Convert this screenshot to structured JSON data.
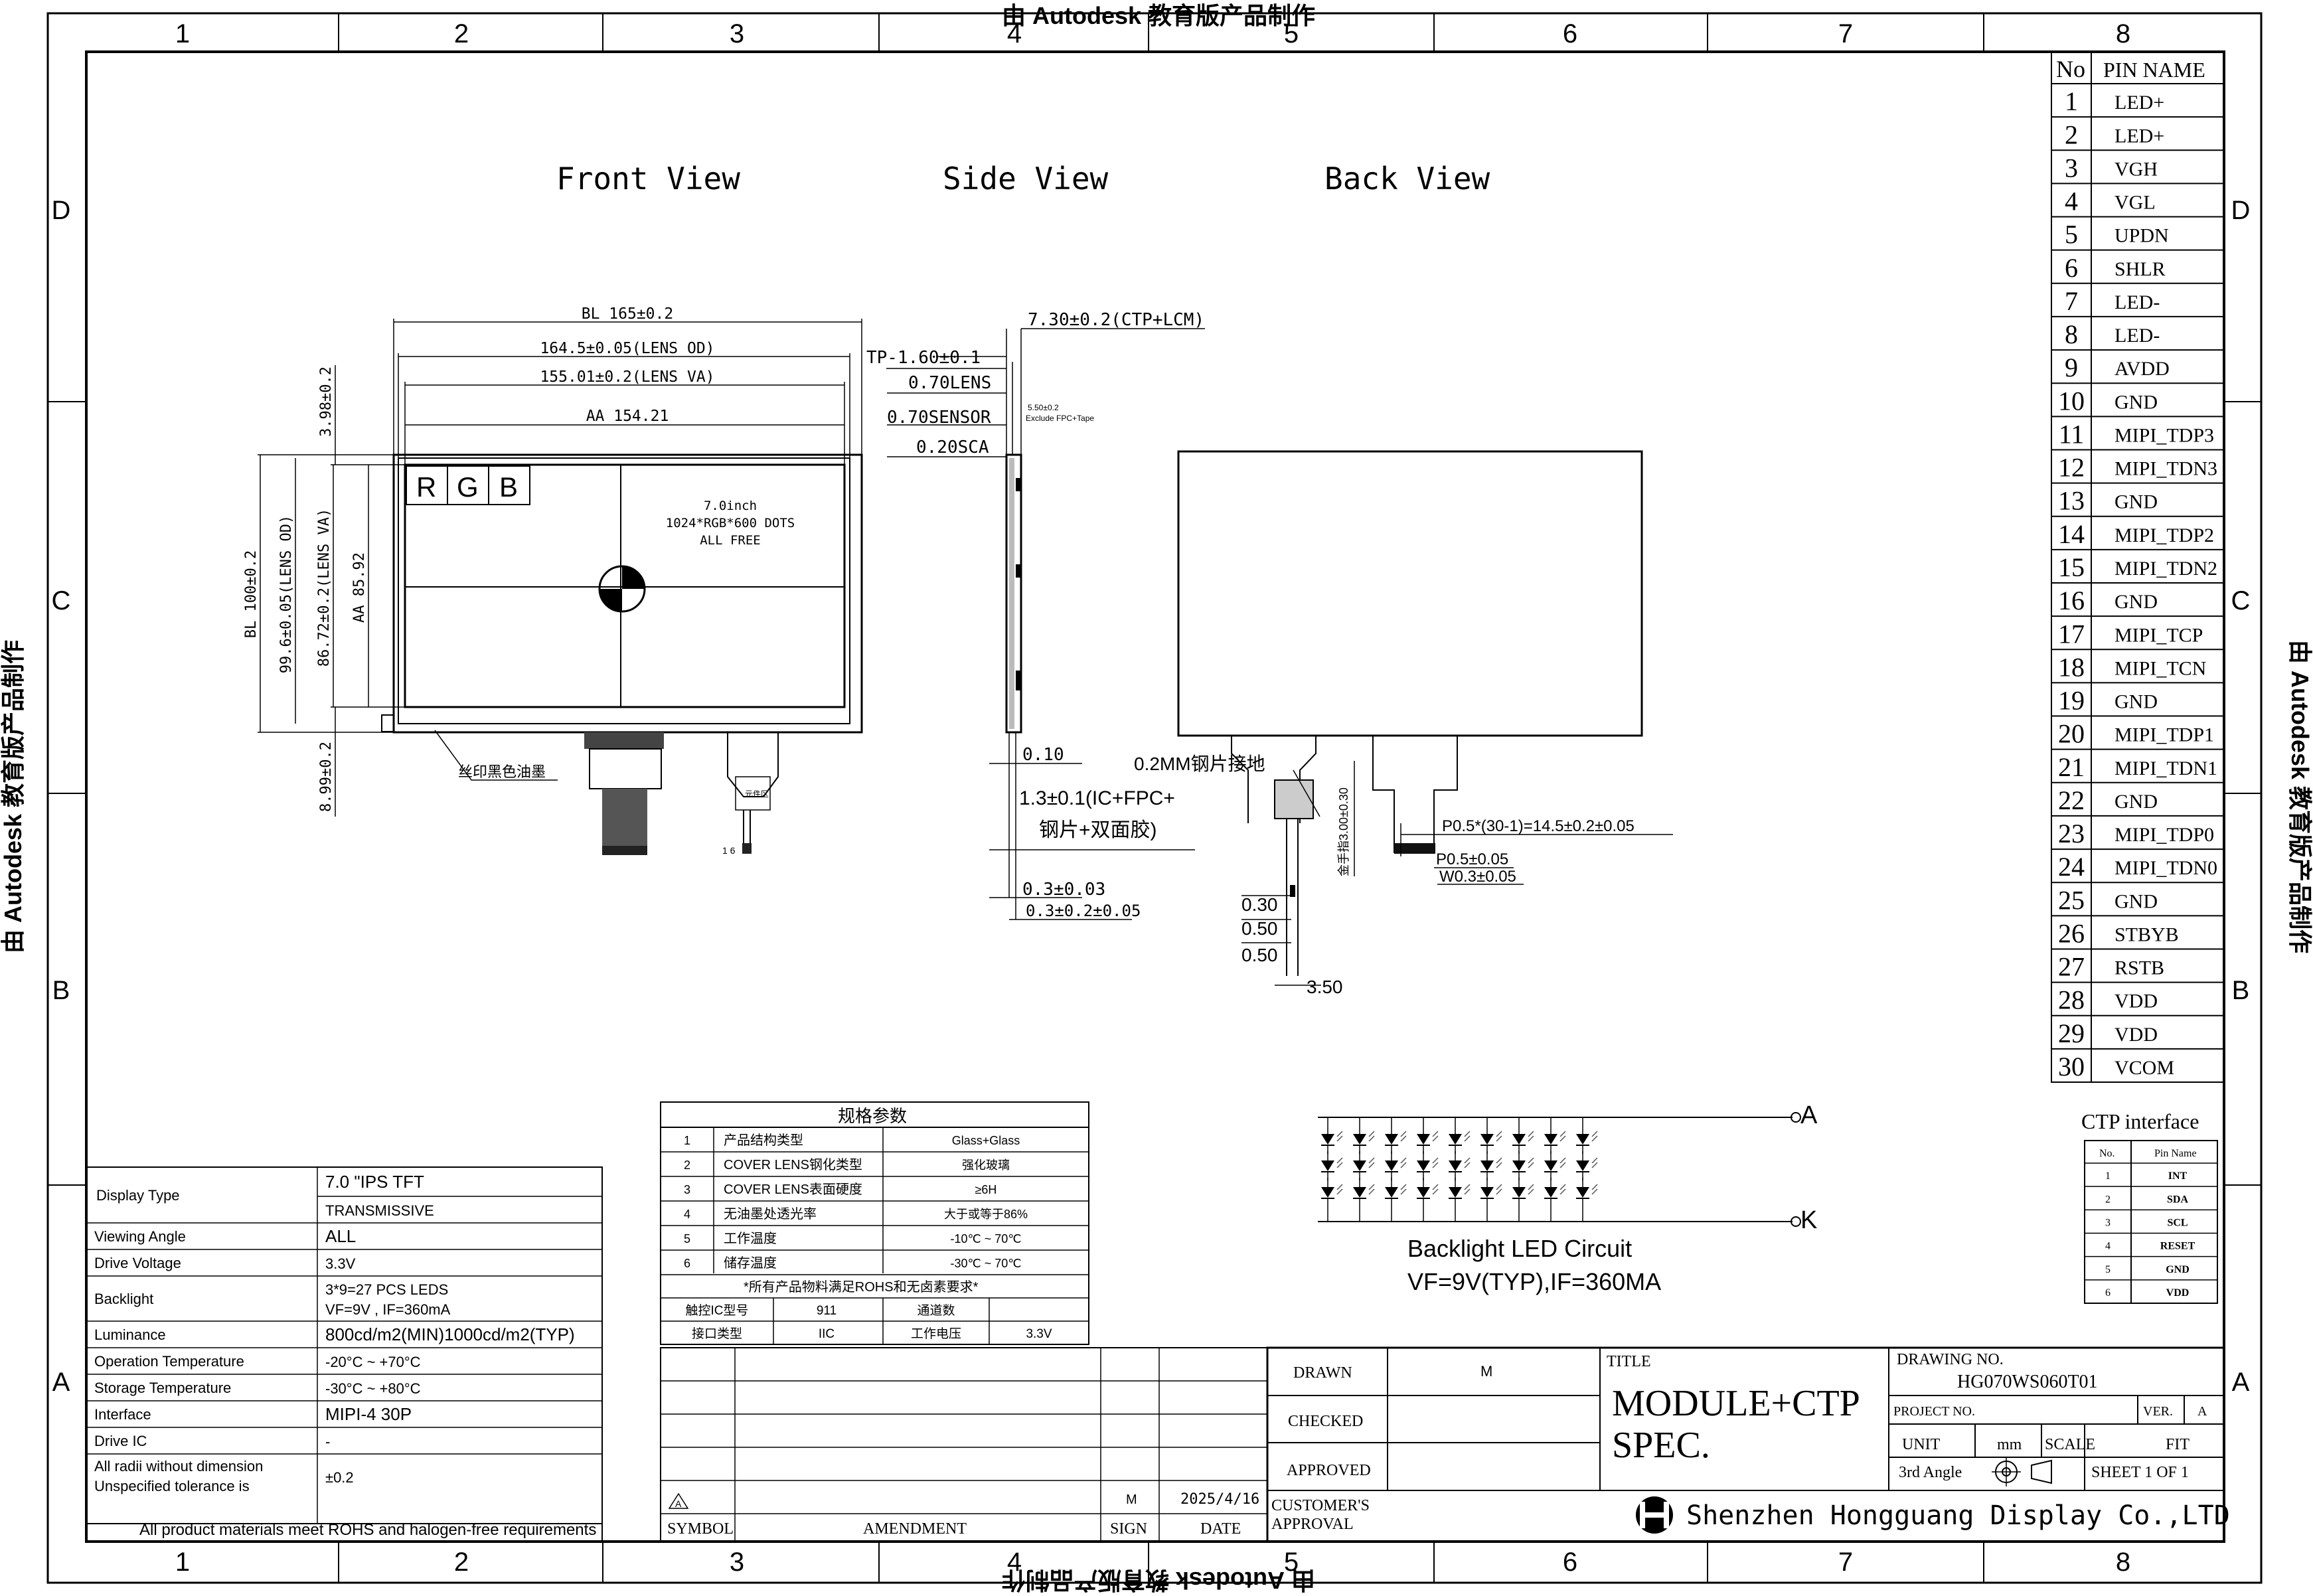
{
  "watermark": "由 Autodesk 教育版产品制作",
  "zones_cols": [
    "1",
    "2",
    "3",
    "4",
    "5",
    "6",
    "7",
    "8"
  ],
  "zones_rows": [
    "D",
    "C",
    "B",
    "A"
  ],
  "views": {
    "front": "Front View",
    "side": "Side View",
    "back": "Back View"
  },
  "dims": {
    "bl_w": "BL 165±0.2",
    "lens_od_w": "164.5±0.05(LENS OD)",
    "lens_va_w": "155.01±0.2(LENS VA)",
    "aa_w": "AA 154.21",
    "bl_h": "BL 100±0.2",
    "lens_od_h": "99.6±0.05(LENS OD)",
    "lens_va_h": "86.72±0.2(LENS VA)",
    "aa_h": "AA 85.92",
    "top_gap": "3.98±0.2",
    "bot_gap": "8.99±0.2",
    "silk": "丝印黑色油墨",
    "panel_l1": "7.0inch",
    "panel_l2": "1024*RGB*600 DOTS",
    "panel_l3": "ALL FREE",
    "rgb": [
      "R",
      "G",
      "B"
    ],
    "fpc_label": "元件区",
    "fpc_pins": "1     6",
    "total_t": "7.30±0.2(CTP+LCM)",
    "tp_t": "TP-1.60±0.1",
    "lens_t": "0.70LENS",
    "sensor_t": "0.70SENSOR",
    "sca_t": "0.20SCA",
    "small_note_1": "5.50±0.2",
    "small_note_2": "Exclude FPC+Tape",
    "d010": "0.10",
    "ic_t1": "1.3±0.1(IC+FPC+",
    "ic_t2": "钢片+双面胶)",
    "d03": "0.3±0.03",
    "d032": "0.3±0.2±0.05",
    "steel": "0.2MM钢片接地",
    "finger_len": "金手指3.00±0.30",
    "pitch": "P0.5*(30-1)=14.5±0.2±0.05",
    "p05": "P0.5±0.05",
    "w03": "W0.3±0.05",
    "v030": "0.30",
    "v050a": "0.50",
    "v050b": "0.50",
    "v350": "3.50"
  },
  "pin_table": {
    "header": [
      "No",
      "PIN NAME"
    ],
    "rows": [
      [
        "1",
        "LED+"
      ],
      [
        "2",
        "LED+"
      ],
      [
        "3",
        "VGH"
      ],
      [
        "4",
        "VGL"
      ],
      [
        "5",
        "UPDN"
      ],
      [
        "6",
        "SHLR"
      ],
      [
        "7",
        "LED-"
      ],
      [
        "8",
        "LED-"
      ],
      [
        "9",
        "AVDD"
      ],
      [
        "10",
        "GND"
      ],
      [
        "11",
        "MIPI_TDP3"
      ],
      [
        "12",
        "MIPI_TDN3"
      ],
      [
        "13",
        "GND"
      ],
      [
        "14",
        "MIPI_TDP2"
      ],
      [
        "15",
        "MIPI_TDN2"
      ],
      [
        "16",
        "GND"
      ],
      [
        "17",
        "MIPI_TCP"
      ],
      [
        "18",
        "MIPI_TCN"
      ],
      [
        "19",
        "GND"
      ],
      [
        "20",
        "MIPI_TDP1"
      ],
      [
        "21",
        "MIPI_TDN1"
      ],
      [
        "22",
        "GND"
      ],
      [
        "23",
        "MIPI_TDP0"
      ],
      [
        "24",
        "MIPI_TDN0"
      ],
      [
        "25",
        "GND"
      ],
      [
        "26",
        "STBYB"
      ],
      [
        "27",
        "RSTB"
      ],
      [
        "28",
        "VDD"
      ],
      [
        "29",
        "VDD"
      ],
      [
        "30",
        "VCOM"
      ]
    ]
  },
  "ctp": {
    "title": "CTP interface",
    "header": [
      "No.",
      "Pin Name"
    ],
    "rows": [
      [
        "1",
        "INT"
      ],
      [
        "2",
        "SDA"
      ],
      [
        "3",
        "SCL"
      ],
      [
        "4",
        "RESET"
      ],
      [
        "5",
        "GND"
      ],
      [
        "6",
        "VDD"
      ]
    ]
  },
  "backlight": {
    "anode": "A",
    "cathode": "K",
    "title": "Backlight LED Circuit",
    "spec": "VF=9V(TYP),IF=360MA"
  },
  "params": {
    "title": "规格参数",
    "rows": [
      [
        "1",
        "产品结构类型",
        "Glass+Glass"
      ],
      [
        "2",
        "COVER LENS钢化类型",
        "强化玻璃"
      ],
      [
        "3",
        "COVER LENS表面硬度",
        "≥6H"
      ],
      [
        "4",
        "无油墨处透光率",
        "大于或等于86%"
      ],
      [
        "5",
        "工作温度",
        "-10℃ ~ 70℃"
      ],
      [
        "6",
        "储存温度",
        "-30℃ ~ 70℃"
      ]
    ],
    "note": "*所有产品物料满足ROHS和无卤素要求*",
    "extra": [
      [
        "触控IC型号",
        "911",
        "通道数",
        ""
      ],
      [
        "接口类型",
        "IIC",
        "工作电压",
        "3.3V"
      ]
    ]
  },
  "spec": {
    "rows": [
      [
        "Display Type",
        "7.0 \"IPS TFT"
      ],
      [
        "",
        "TRANSMISSIVE"
      ],
      [
        "Viewing Angle",
        "ALL"
      ],
      [
        "Drive Voltage",
        "3.3V"
      ],
      [
        "Backlight",
        "3*9=27 PCS  LEDS\nVF=9V , IF=360mA"
      ],
      [
        "Luminance",
        "800cd/m2(MIN)1000cd/m2(TYP)"
      ],
      [
        "Operation Temperature",
        "-20°C ~ +70°C"
      ],
      [
        "Storage Temperature",
        "-30°C ~ +80°C"
      ],
      [
        "Interface",
        "MIPI-4 30P"
      ],
      [
        "Drive IC",
        "-"
      ],
      [
        "All radii without dimension\nUnspecified tolerance is",
        "±0.2"
      ]
    ],
    "footer": "All product materials meet ROHS and halogen-free requirements"
  },
  "revision": {
    "symbol": "A",
    "sign": "M",
    "date": "2025/4/16",
    "headers": [
      "SYMBOL",
      "AMENDMENT",
      "SIGN",
      "DATE"
    ]
  },
  "titleblock": {
    "drawn": "DRAWN",
    "drawn_val": "M",
    "checked": "CHECKED",
    "approved": "APPROVED",
    "customer": "CUSTOMER'S",
    "approval": "APPROVAL",
    "title_lbl": "TITLE",
    "title1": "MODULE+CTP",
    "title2": "SPEC.",
    "drawing_no_lbl": "DRAWING NO.",
    "drawing_no": "HG070WS060T01",
    "project_lbl": "PROJECT NO.",
    "ver_lbl": "VER.",
    "ver": "A",
    "unit_lbl": "UNIT",
    "unit": "mm",
    "scale_lbl": "SCALE",
    "scale": "FIT",
    "angle": "3rd Angle",
    "sheet": "SHEET  1  OF  1",
    "company": "Shenzhen Hongguang Display Co.,LTD"
  }
}
